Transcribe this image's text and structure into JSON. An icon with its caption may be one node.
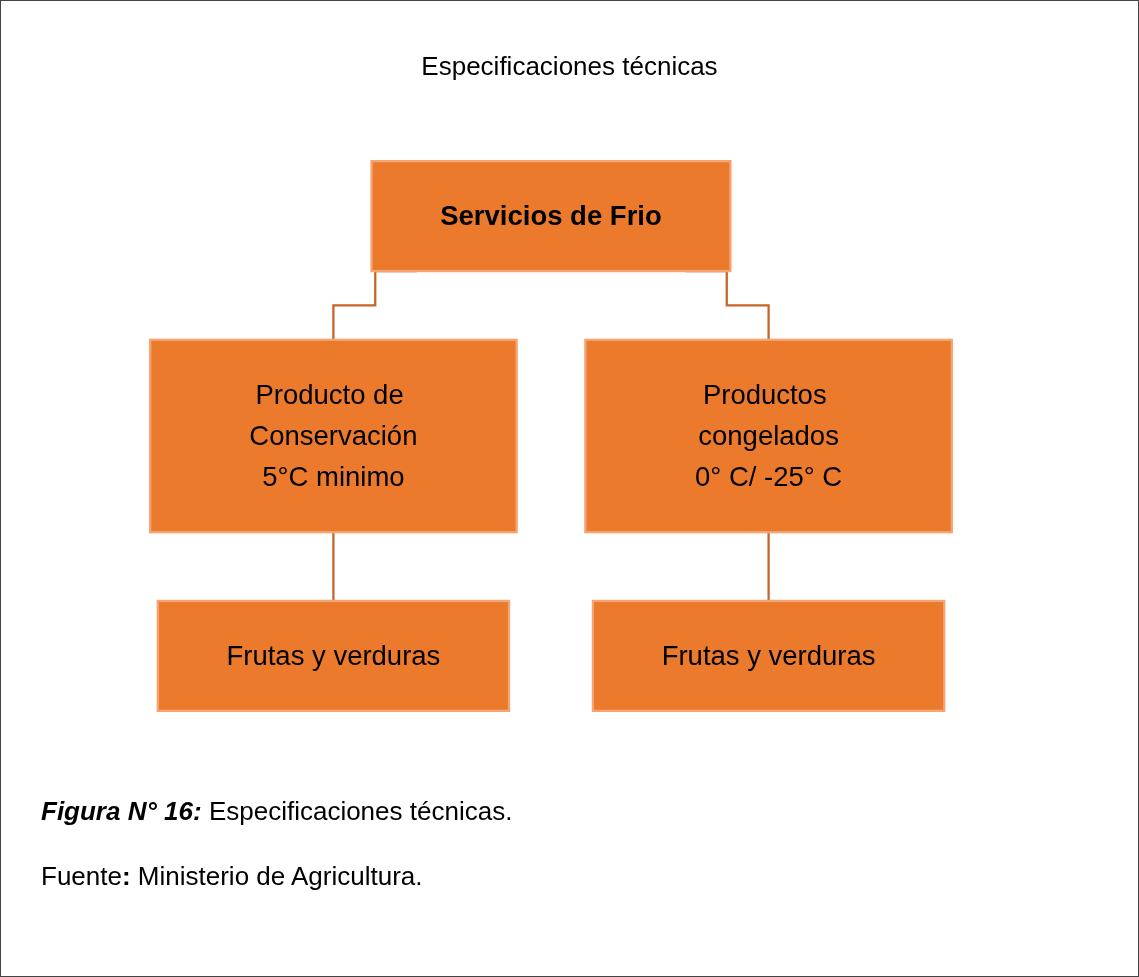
{
  "diagram": {
    "title": "Especificaciones técnicas",
    "caption": "**Figura N° 16:** Especificaciones técnicas.",
    "nodes": [
      {
        "text": [
          "Servicios de Frio"
        ]
      },
      {
        "text": [
          "Producto de Conservación",
          "5°C minimo"
        ]
      },
      {
        "text": [
          "Productos congelados",
          "0° C/ -25° C"
        ]
      },
      {
        "text": [
          "Frutas y verduras"
        ]
      },
      {
        "text": [
          "Frutas y verduras"
        ]
      }
    ],
    "edges": [
      {
        "from": 0,
        "to": 1,
        "arrow": "none"
      },
      {
        "from": 0,
        "to": 2,
        "arrow": "none"
      },
      {
        "from": 1,
        "to": 3,
        "arrow": "none"
      },
      {
        "from": 2,
        "to": 4,
        "arrow": "none"
      }
    ],
    "labels": [
      "Fuente**:** Ministerio de Agricultura."
    ]
  }
}
